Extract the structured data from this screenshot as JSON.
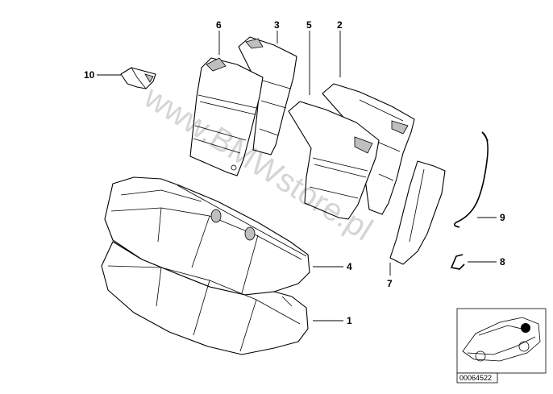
{
  "watermark": "www.BMWstore.pl",
  "reference_code": "00064522",
  "callouts": [
    {
      "id": "1",
      "label": "1"
    },
    {
      "id": "2",
      "label": "2"
    },
    {
      "id": "3",
      "label": "3"
    },
    {
      "id": "4",
      "label": "4"
    },
    {
      "id": "5",
      "label": "5"
    },
    {
      "id": "6",
      "label": "6"
    },
    {
      "id": "7",
      "label": "7"
    },
    {
      "id": "8",
      "label": "8"
    },
    {
      "id": "9",
      "label": "9"
    },
    {
      "id": "10",
      "label": "10"
    }
  ]
}
